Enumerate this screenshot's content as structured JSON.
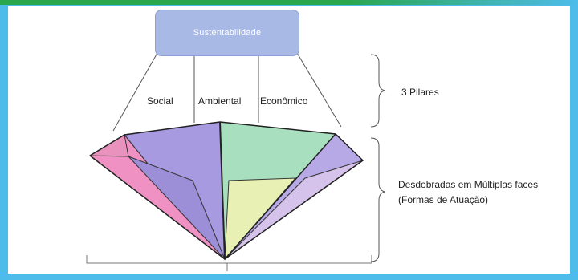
{
  "diagram": {
    "top_box": {
      "label": "Sustentabilidade"
    },
    "pillars": [
      {
        "label": "Social"
      },
      {
        "label": "Ambiental"
      },
      {
        "label": "Econômico"
      }
    ],
    "braces": {
      "pillars_label": "3 Pilares",
      "faces_label_line1": "Desdobradas em Múltiplas faces",
      "faces_label_line2": "(Formas de Atuação)"
    }
  },
  "colors": {
    "background_border": "#4dbcea",
    "box_fill": "#a9b9e6",
    "facet_purple": "#a79ae0",
    "facet_green": "#a8e0bf",
    "facet_pink": "#ef92c3",
    "facet_lavender": "#d6c3ec",
    "facet_yellow": "#e9f0b4"
  }
}
